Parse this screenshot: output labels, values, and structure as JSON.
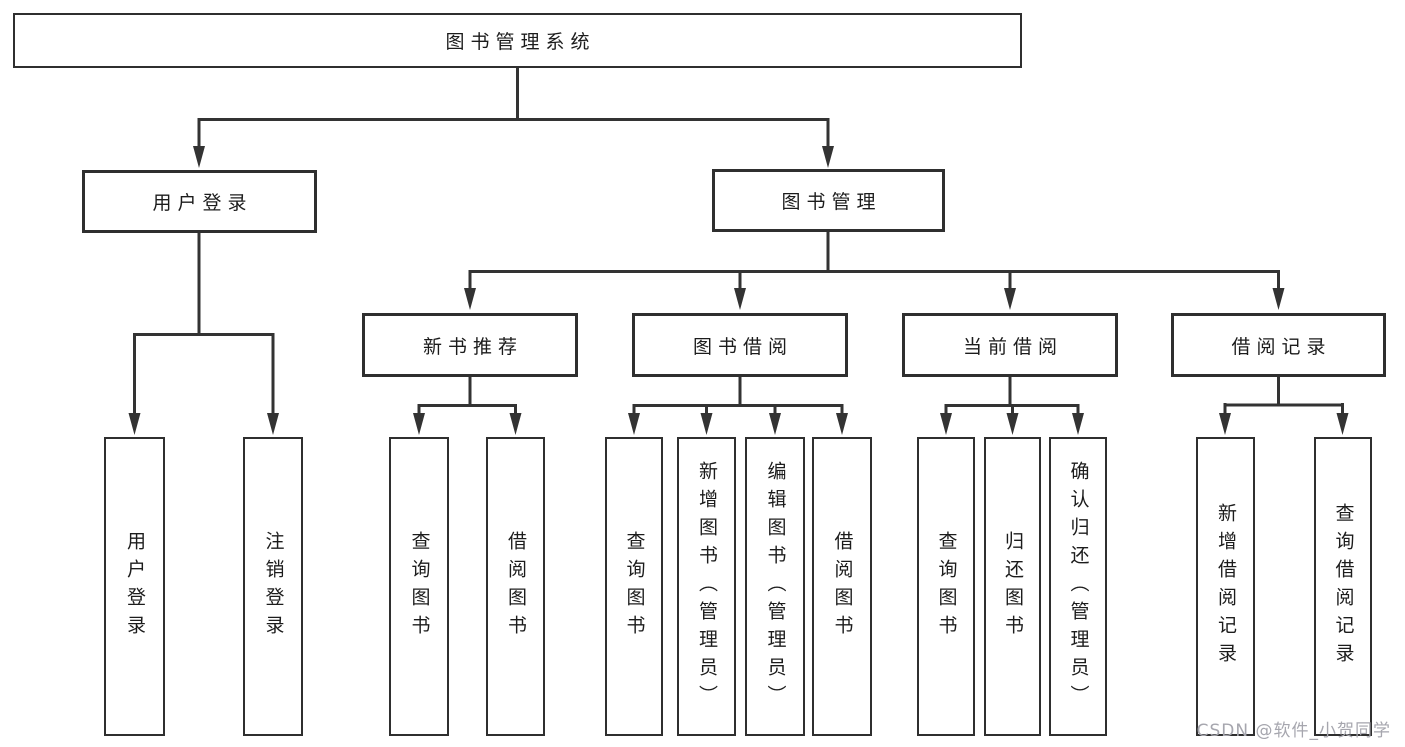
{
  "diagram": {
    "title": "图书管理系统",
    "tree": {
      "root": {
        "label": "图书管理系统"
      },
      "branches": [
        {
          "label": "用户登录",
          "children": [
            {
              "label": "用户登录"
            },
            {
              "label": "注销登录"
            }
          ]
        },
        {
          "label": "图书管理",
          "children": [
            {
              "label": "新书推荐",
              "children": [
                {
                  "label": "查询图书"
                },
                {
                  "label": "借阅图书"
                }
              ]
            },
            {
              "label": "图书借阅",
              "children": [
                {
                  "label": "查询图书"
                },
                {
                  "label": "新增图书（管理员）"
                },
                {
                  "label": "编辑图书（管理员）"
                },
                {
                  "label": "借阅图书"
                }
              ]
            },
            {
              "label": "当前借阅",
              "children": [
                {
                  "label": "查询图书"
                },
                {
                  "label": "归还图书"
                },
                {
                  "label": "确认归还（管理员）"
                }
              ]
            },
            {
              "label": "借阅记录",
              "children": [
                {
                  "label": "新增借阅记录"
                },
                {
                  "label": "查询借阅记录"
                }
              ]
            }
          ]
        }
      ]
    }
  },
  "watermark": {
    "text": "CSDN @软件_小贺同学"
  },
  "colors": {
    "line": "#333333",
    "border": "#2f2f2f",
    "text": "#1c1c1c",
    "bg": "#ffffff",
    "watermark": "#a6a6ae"
  }
}
